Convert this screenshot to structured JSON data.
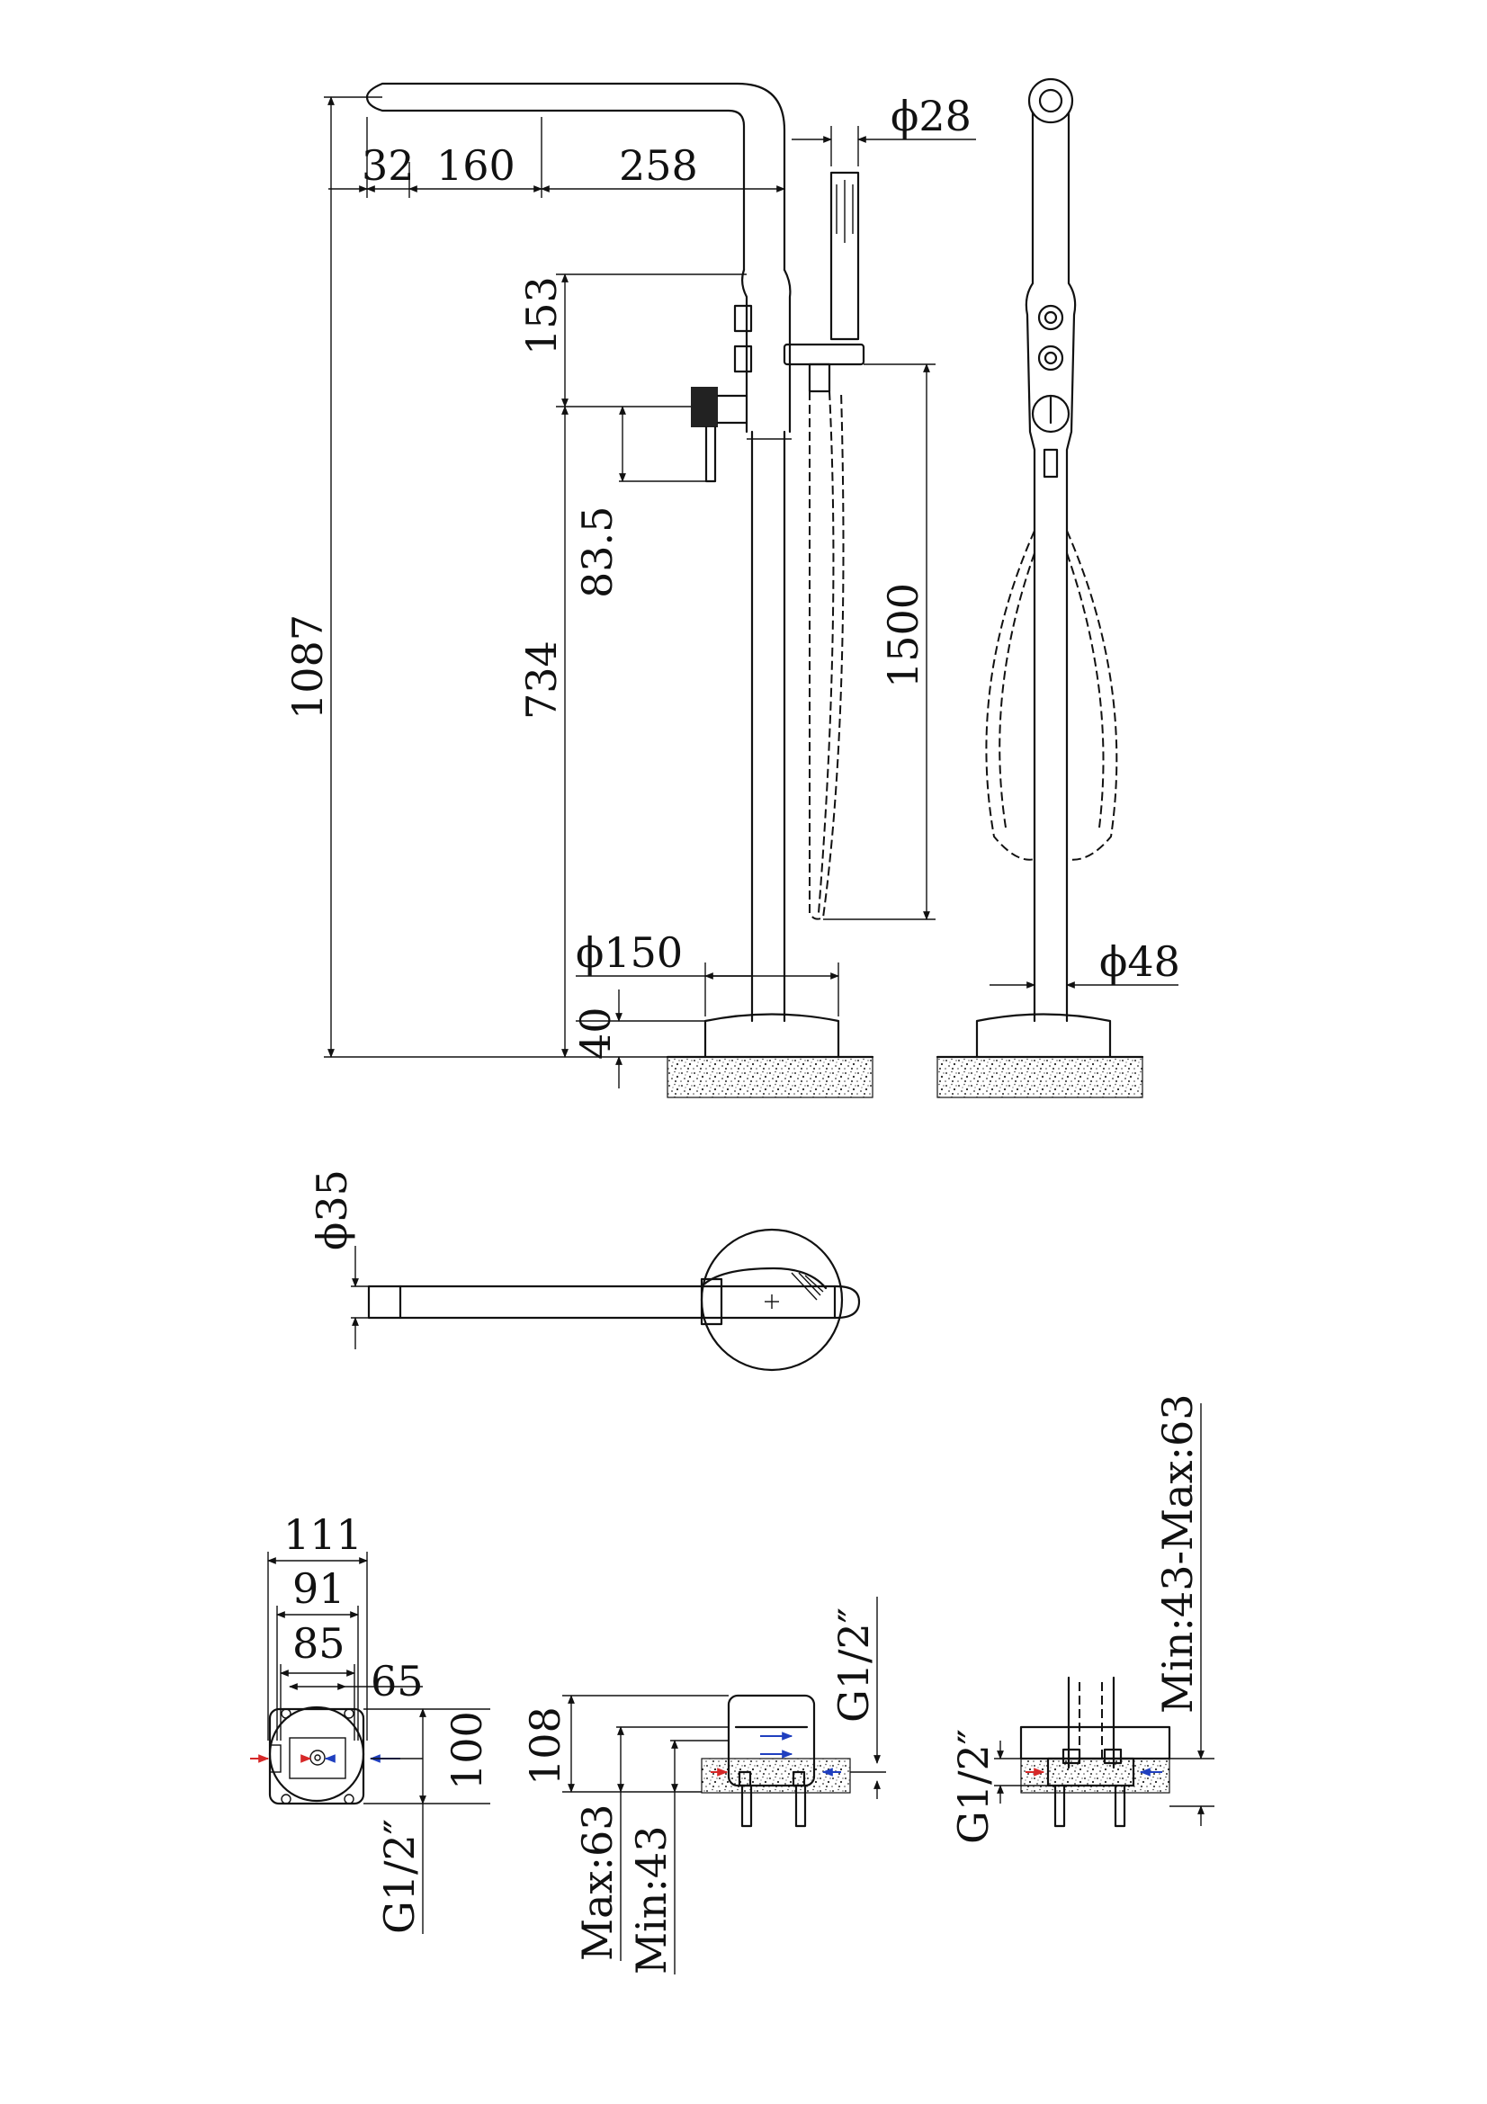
{
  "dimensions": {
    "d_32": "32",
    "d_160": "160",
    "d_258": "258",
    "d_phi28": "ϕ28",
    "d_153": "153",
    "d_83_5": "83.5",
    "d_734": "734",
    "d_1087": "1087",
    "d_1500": "1500",
    "d_phi150": "ϕ150",
    "d_40": "40",
    "d_phi48": "ϕ48",
    "d_phi35": "ϕ35",
    "d_111": "111",
    "d_91": "91",
    "d_85": "85",
    "d_65": "65",
    "d_100": "100",
    "d_g12_a": "G1/2″",
    "d_108": "108",
    "d_max63": "Max:63",
    "d_min43": "Min:43",
    "d_g12_b": "G1/2″",
    "d_g12_c": "G1/2″",
    "d_min43max63": "Min:43-Max:63"
  },
  "colors": {
    "line": "#111111",
    "hot_arrow": "#d62828",
    "cold_arrow": "#1f3fbf"
  }
}
